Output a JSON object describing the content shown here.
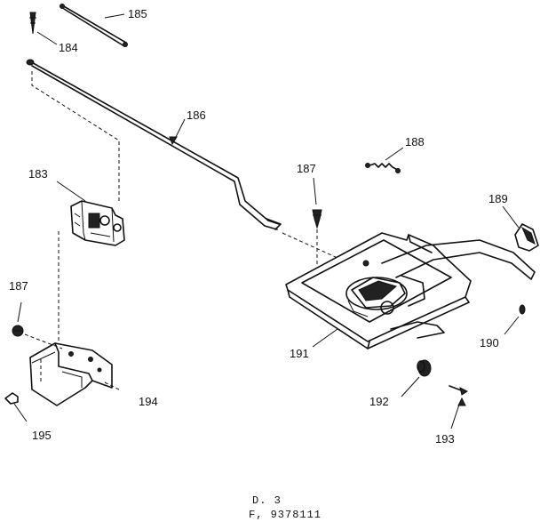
{
  "callouts": {
    "c185": "185",
    "c184": "184",
    "c186": "186",
    "c183": "183",
    "c188": "188",
    "c187a": "187",
    "c189": "189",
    "c187b": "187",
    "c191": "191",
    "c190": "190",
    "c194": "194",
    "c192": "192",
    "c195": "195",
    "c193": "193"
  },
  "reference": {
    "line1": "D. 3",
    "line2": "F, 9378111"
  }
}
